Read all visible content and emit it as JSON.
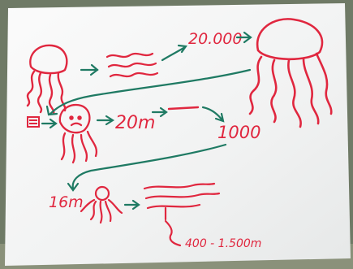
{
  "colors": {
    "ink_red": "#e0273f",
    "ink_green": "#1f7a63",
    "paper": "#f3f4f4",
    "surround": "#6f7a66"
  },
  "labels": {
    "count_20000": "20.000",
    "depth_20m": "20m",
    "count_1000": "1000",
    "depth_16m": "16m",
    "depth_range": "400 - 1.500m"
  }
}
